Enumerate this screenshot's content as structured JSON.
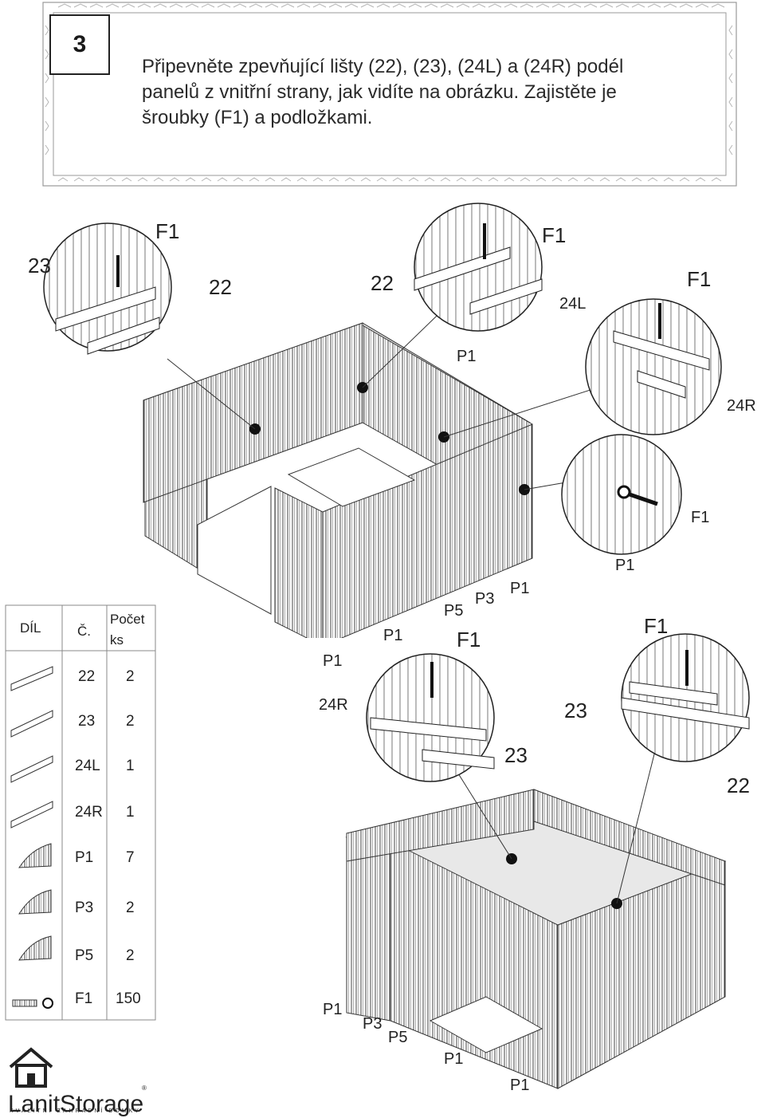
{
  "header": {
    "step_number": "3",
    "instruction_lines": [
      "Připevněte zpevňující lišty (22), (23), (24L) a (24R) podél",
      "panelů z vnitřní strany, jak vidíte na obrázku. Zajistěte je",
      "šroubky (F1) a podložkami."
    ]
  },
  "top_diagram": {
    "labels": {
      "a": "23",
      "b": "F1",
      "c": "22",
      "d": "22",
      "e": "F1",
      "f": "24L",
      "g": "F1",
      "h": "P1",
      "i": "24R",
      "j": "F1",
      "k": "P1",
      "l": "P1",
      "m": "P3",
      "n": "P5",
      "o": "P1",
      "p": "P1"
    }
  },
  "bottom_diagram": {
    "labels": {
      "a": "F1",
      "b": "24R",
      "c": "23",
      "d": "F1",
      "e": "23",
      "f": "22",
      "g": "P1",
      "h": "P3",
      "i": "P5",
      "j": "P1",
      "k": "P1"
    }
  },
  "parts_table": {
    "headers": {
      "part": "DÍL",
      "number": "Č.",
      "count": "Počet\nks"
    },
    "count_label_1": "Počet",
    "count_label_2": "ks",
    "rows": [
      {
        "icon": "bar-22",
        "number": "22",
        "count": "2"
      },
      {
        "icon": "bar-23",
        "number": "23",
        "count": "2"
      },
      {
        "icon": "bar-24L",
        "number": "24L",
        "count": "1"
      },
      {
        "icon": "bar-24R",
        "number": "24R",
        "count": "1"
      },
      {
        "icon": "panel-p1",
        "number": "P1",
        "count": "7"
      },
      {
        "icon": "panel-p3",
        "number": "P3",
        "count": "2"
      },
      {
        "icon": "panel-p5",
        "number": "P5",
        "count": "2"
      },
      {
        "icon": "screw-washer",
        "number": "F1",
        "count": "150"
      }
    ]
  },
  "logo": {
    "name": "LanitStorage",
    "tagline": "KVALITNÍ ZAHRADNÍ DOMKY",
    "registered": "®"
  }
}
